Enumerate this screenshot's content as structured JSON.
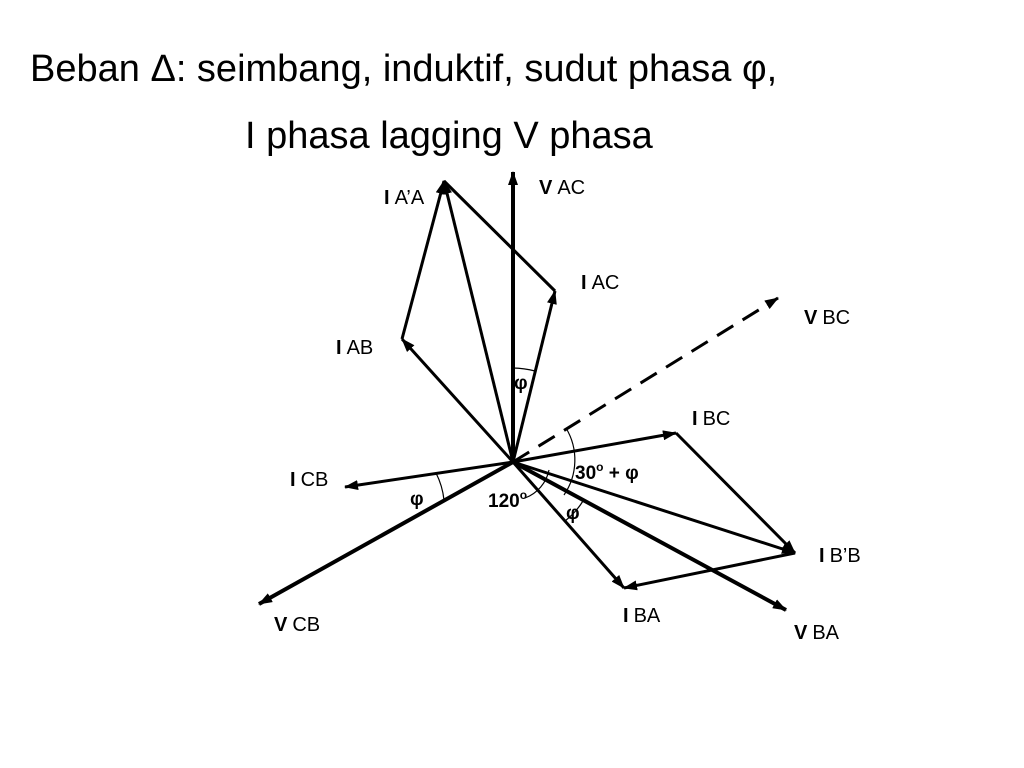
{
  "title": {
    "line1": "Beban Δ:  seimbang, induktif, sudut phasa φ,",
    "line2": "I phasa lagging  V phasa"
  },
  "labels": {
    "v_ac": {
      "symbol": "V",
      "sub": "AC"
    },
    "v_bc": {
      "symbol": "V",
      "sub": "BC"
    },
    "v_cb": {
      "symbol": "V",
      "sub": "CB"
    },
    "v_ba": {
      "symbol": "V",
      "sub": "BA"
    },
    "i_aa": {
      "symbol": "I",
      "sub": "A’A"
    },
    "i_ac": {
      "symbol": "I",
      "sub": "AC"
    },
    "i_ab": {
      "symbol": "I",
      "sub": "AB"
    },
    "i_bc": {
      "symbol": "I",
      "sub": "BC"
    },
    "i_cb": {
      "symbol": "I",
      "sub": "CB"
    },
    "i_bb": {
      "symbol": "I",
      "sub": "B’B"
    },
    "i_ba": {
      "symbol": "I",
      "sub": "BA"
    }
  },
  "angles": {
    "phi_top": "φ",
    "phi_left": "φ",
    "phi_bottom": "φ",
    "deg_120": "120",
    "deg_30": "30",
    "plus_phi": " + φ",
    "degree_mark": "o"
  },
  "colors": {
    "ink": "#000000",
    "background": "#ffffff"
  }
}
